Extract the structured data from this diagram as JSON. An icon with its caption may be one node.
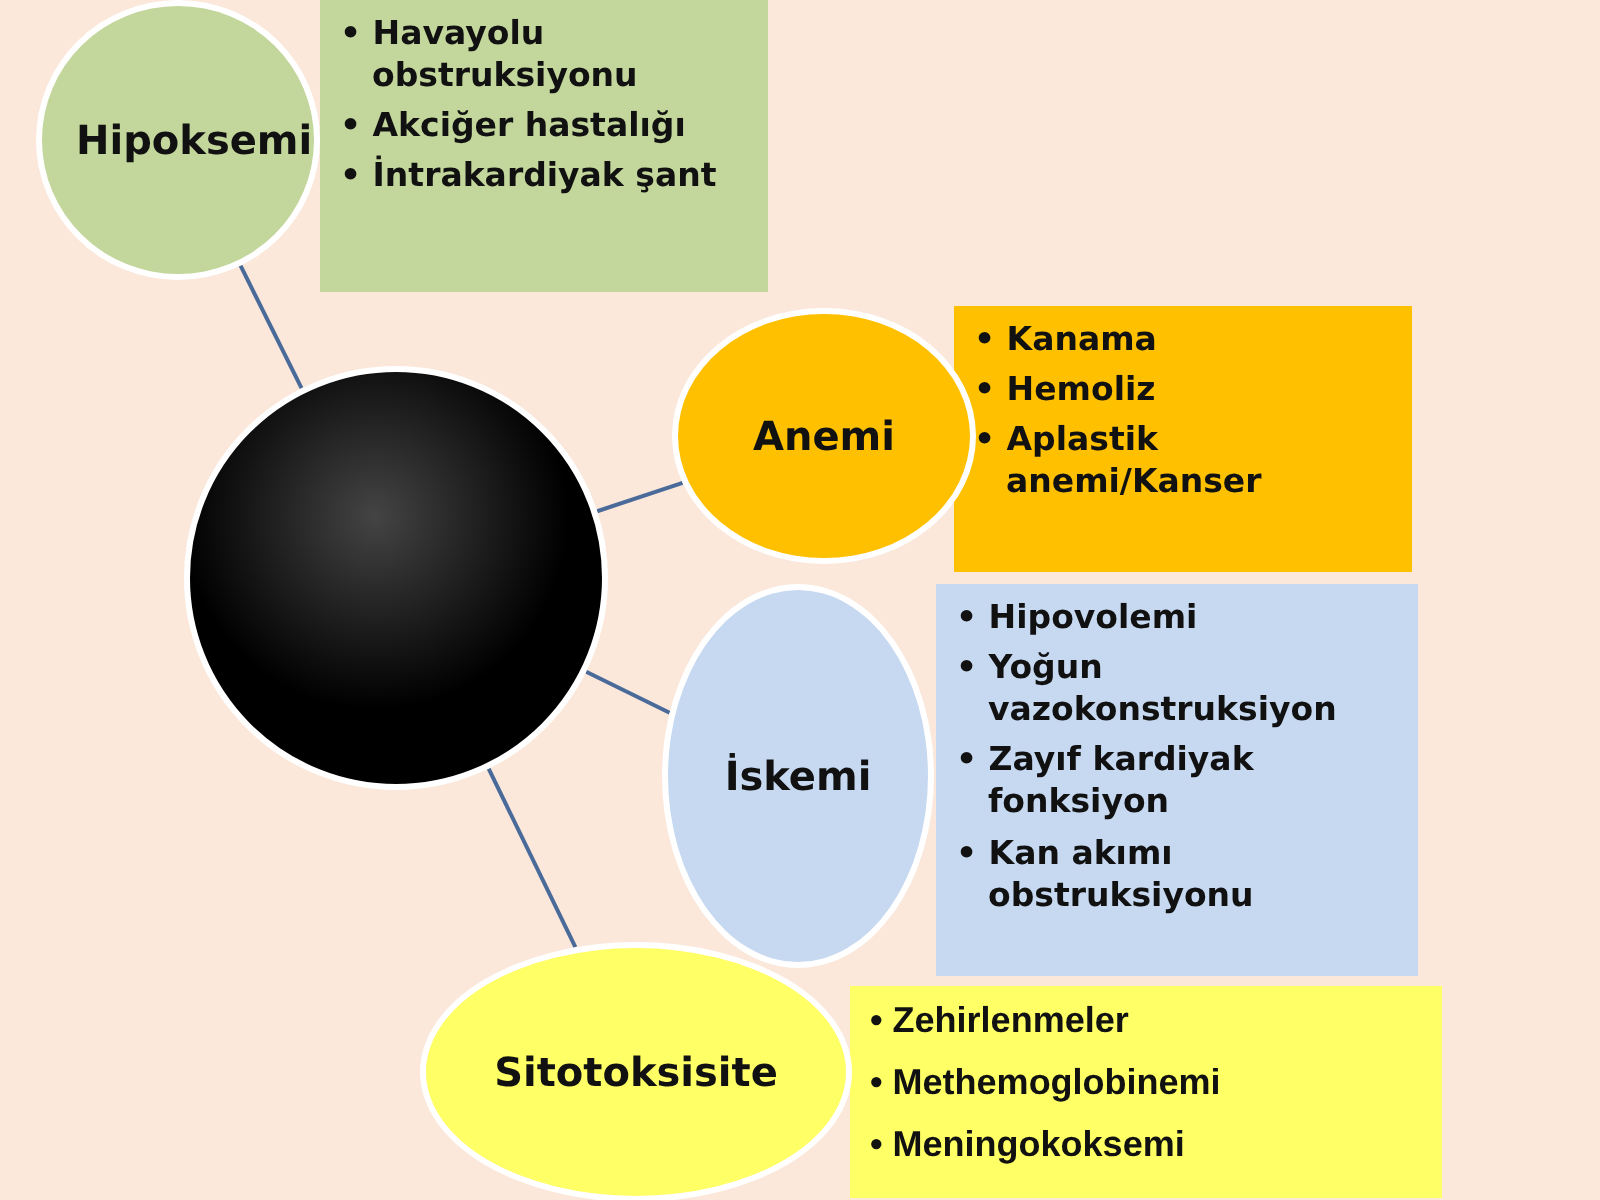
{
  "diagram": {
    "nodes": [
      {
        "text": [],
        "shape": "circle"
      },
      {
        "text": [
          "Hipoksemi"
        ]
      },
      {
        "text": [
          "• Havayolu obstruksiyonu",
          "• Akciğer hastalığı",
          "• İntrakardiyak şant"
        ]
      },
      {
        "text": [
          "Anemi"
        ]
      },
      {
        "text": [
          "• Kanama",
          "• Hemoliz",
          "• Aplastik anemi/Kanser"
        ]
      },
      {
        "text": [
          "İskemi"
        ]
      },
      {
        "text": [
          "• Hipovolemi",
          "• Yoğun vazokonstruksiyon",
          "• Zayıf kardiyak fonksiyon",
          "• Kan akımı obstruksiyonu"
        ]
      },
      {
        "text": [
          "Sitotoksisite"
        ]
      },
      {
        "text": [
          "• Zehirlenmeler",
          "• Methemoglobinemi",
          "• Meningokoksemi"
        ]
      }
    ],
    "edges": [
      {
        "from": 0,
        "to": 1,
        "arrow": "none"
      },
      {
        "from": 0,
        "to": 3,
        "arrow": "none"
      },
      {
        "from": 0,
        "to": 5,
        "arrow": "none"
      },
      {
        "from": 0,
        "to": 7,
        "arrow": "none"
      }
    ]
  }
}
